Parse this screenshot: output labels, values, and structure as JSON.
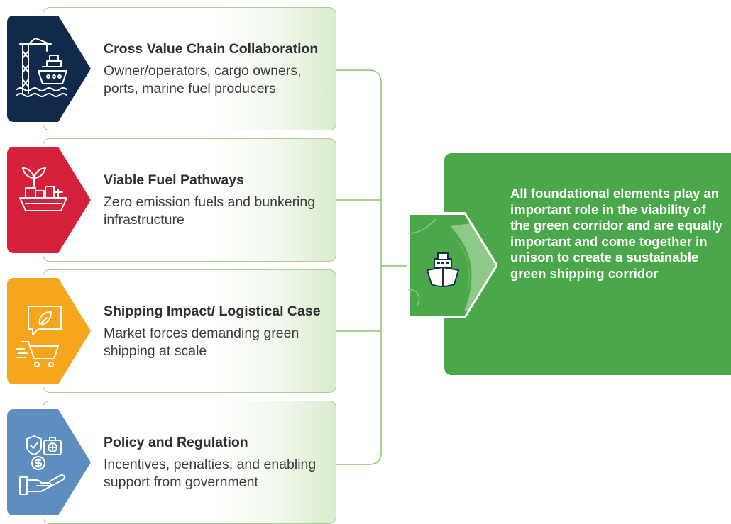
{
  "items": [
    {
      "title": "Cross Value Chain Collaboration",
      "description": "Owner/operators, cargo owners, ports, marine fuel producers",
      "color": "#11294a",
      "icon": "port-crane-ship-icon"
    },
    {
      "title": "Viable Fuel Pathways",
      "description": "Zero emission fuels and bunkering infrastructure",
      "color": "#d6213a",
      "icon": "plant-ship-icon"
    },
    {
      "title": "Shipping Impact/ Logistical Case",
      "description": "Market forces demanding green shipping at scale",
      "color": "#f5a61d",
      "icon": "cart-leaf-icon"
    },
    {
      "title": "Policy and Regulation",
      "description": "Incentives, penalties, and enabling support from government",
      "color": "#5e8dbf",
      "icon": "hand-money-icon"
    }
  ],
  "summary": {
    "text": "All foundational elements play an important role in the viability of the green corridor and are equally important and come together in unison to create a sustainable green shipping corridor",
    "color": "#4aa84a",
    "icon": "ship-icon"
  },
  "connector_color": "#8cc46f"
}
